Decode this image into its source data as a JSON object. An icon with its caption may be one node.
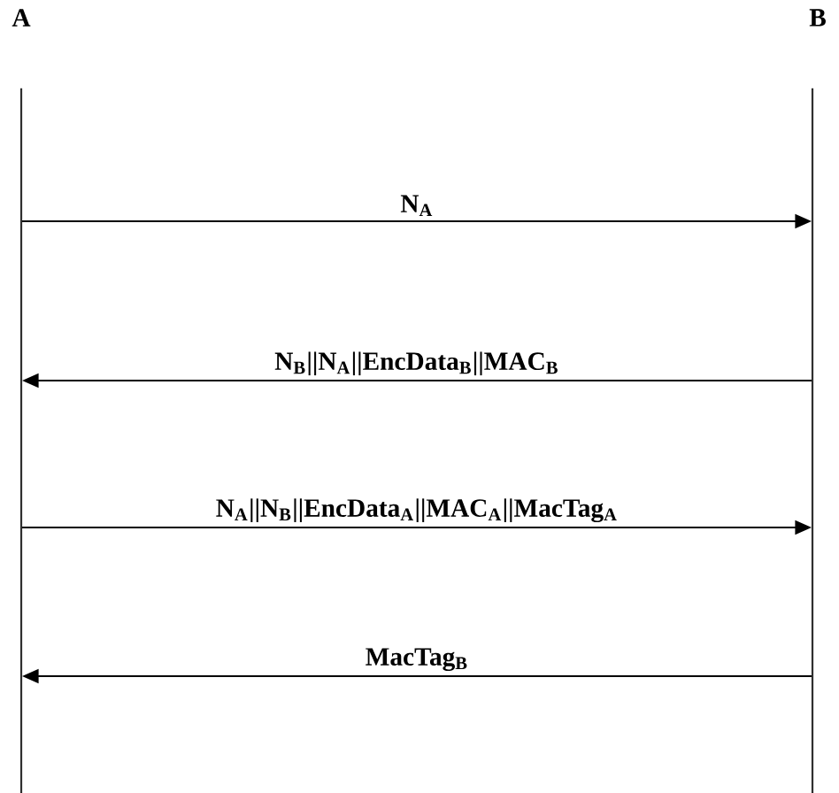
{
  "diagram": {
    "nodes": [
      {
        "text": [
          "A"
        ]
      },
      {
        "text": [
          "B"
        ]
      },
      {
        "text": [],
        "shape": "bar"
      },
      {
        "text": [],
        "shape": "bar"
      }
    ],
    "edges": [
      {
        "from": 2,
        "to": 3,
        "arrow": "to",
        "label": "N$_{A}$"
      },
      {
        "from": 3,
        "to": 2,
        "arrow": "to",
        "label": "N$_{B}$||N$_{A}$||EncData$_{B}$||MAC$_{B}$"
      },
      {
        "from": 2,
        "to": 3,
        "arrow": "to",
        "label": "N$_{A}$||N$_{B}$||EncData$_{A}$||MAC$_{A}$||MacTag$_{A}$"
      },
      {
        "from": 3,
        "to": 2,
        "arrow": "to",
        "label": "MacTag$_{B}$"
      }
    ]
  }
}
